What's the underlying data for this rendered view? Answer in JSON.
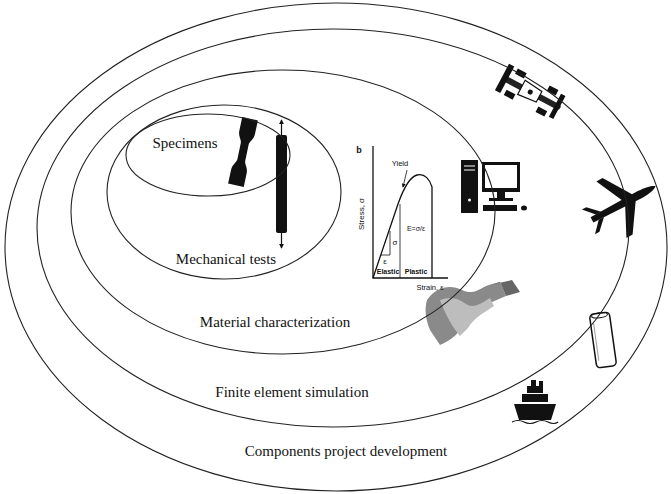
{
  "diagram": {
    "nodes": [
      {
        "text": [
          "Components project development"
        ]
      },
      {
        "text": [
          "Finite element simulation"
        ],
        "in": 0
      },
      {
        "text": [
          "Material characterization"
        ],
        "in": 1
      },
      {
        "text": [
          "Mechanical tests"
        ],
        "in": 2
      },
      {
        "text": [
          "Specimens"
        ],
        "in": 3
      }
    ],
    "labels": [
      "b",
      "Yield",
      "Stress, σ",
      "σ",
      "ε",
      "E=σ/ε",
      "Elastic",
      "Plastic",
      "Strain, ε"
    ]
  }
}
